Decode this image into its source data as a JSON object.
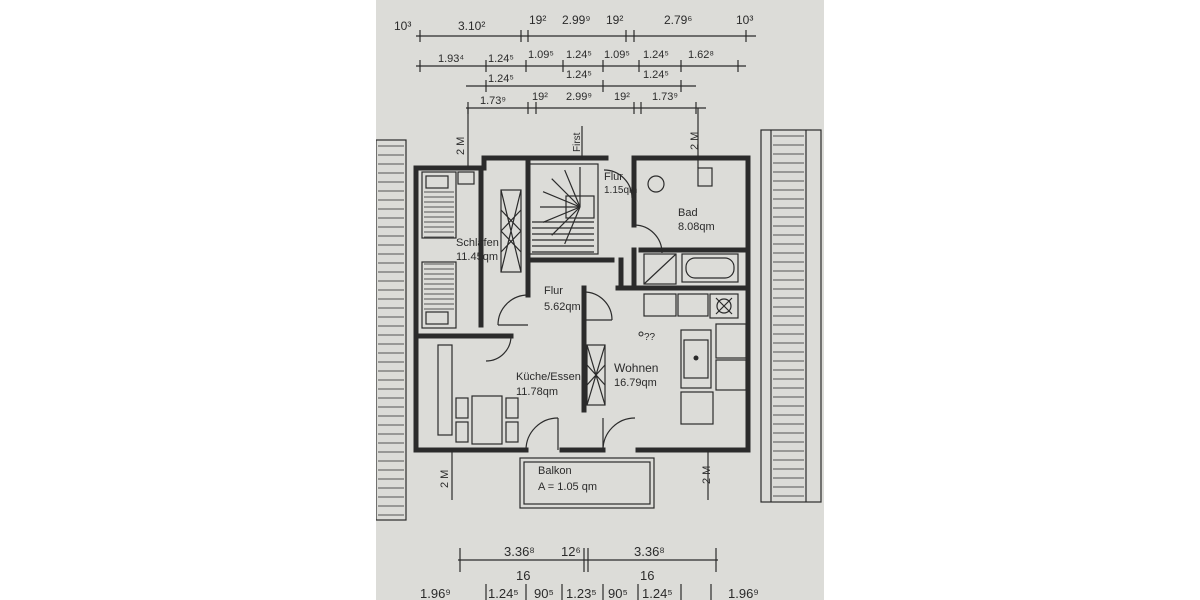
{
  "dimensions": {
    "top_row1": [
      "10³",
      "3.10²",
      "19²",
      "2.99⁹",
      "19²",
      "2.79⁶",
      "10³"
    ],
    "top_row2": [
      "1.93⁴",
      "1.24⁵",
      "1.09⁵",
      "1.24⁵",
      "1.09⁵",
      "1.24⁵",
      "1.62⁸"
    ],
    "top_row3": [
      "1.24⁵",
      "1.24⁵",
      "1.24⁵"
    ],
    "top_row4": [
      "1.73⁹",
      "19²",
      "2.99⁹",
      "19²",
      "1.73⁹"
    ],
    "bottom_row1": [
      "3.36⁸",
      "12⁶",
      "3.36⁸"
    ],
    "bottom_row1_sub": [
      "16",
      "16"
    ],
    "bottom_row2": [
      "1.96⁹",
      "1.24⁵",
      "90⁵",
      "1.23⁵",
      "90⁵",
      "1.24⁵",
      "1.96⁹"
    ]
  },
  "markers": {
    "two_m": "2 M",
    "first": "First"
  },
  "rooms": [
    {
      "name": "Schlafen",
      "area": "11.45qm"
    },
    {
      "name": "Flur",
      "area": "1.15qm"
    },
    {
      "name": "Bad",
      "area": "8.08qm"
    },
    {
      "name": "Flur",
      "area": "5.62qm"
    },
    {
      "name": "Küche/Essen",
      "area": "11.78qm"
    },
    {
      "name": "Wohnen",
      "area": "16.79qm"
    },
    {
      "name": "Balkon",
      "area": "A = 1.05 qm"
    }
  ],
  "annotation": "??"
}
